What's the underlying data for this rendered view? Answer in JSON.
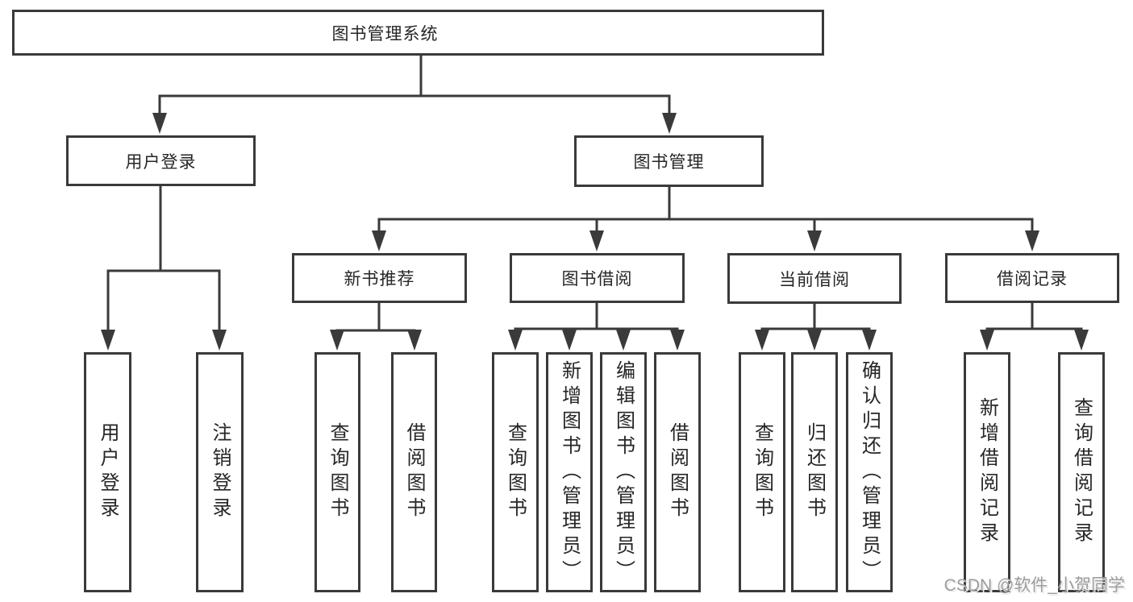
{
  "tree": {
    "root": {
      "label": "图书管理系统",
      "children": [
        {
          "label": "用户登录",
          "children": [
            {
              "label": "用户登录"
            },
            {
              "label": "注销登录"
            }
          ]
        },
        {
          "label": "图书管理",
          "children": [
            {
              "label": "新书推荐",
              "children": [
                {
                  "label": "查询图书"
                },
                {
                  "label": "借阅图书"
                }
              ]
            },
            {
              "label": "图书借阅",
              "children": [
                {
                  "label": "查询图书"
                },
                {
                  "label": "新增图书（管理员）"
                },
                {
                  "label": "编辑图书（管理员）"
                },
                {
                  "label": "借阅图书"
                }
              ]
            },
            {
              "label": "当前借阅",
              "children": [
                {
                  "label": "查询图书"
                },
                {
                  "label": "归还图书"
                },
                {
                  "label": "确认归还（管理员）"
                }
              ]
            },
            {
              "label": "借阅记录",
              "children": [
                {
                  "label": "新增借阅记录"
                },
                {
                  "label": "查询借阅记录"
                }
              ]
            }
          ]
        }
      ]
    }
  },
  "watermark": {
    "text": "CSDN @软件_小贺同学",
    "color": "#9c9c9c"
  },
  "colors": {
    "line": "#3a3a3a",
    "text": "#262626",
    "background": "#ffffff"
  }
}
